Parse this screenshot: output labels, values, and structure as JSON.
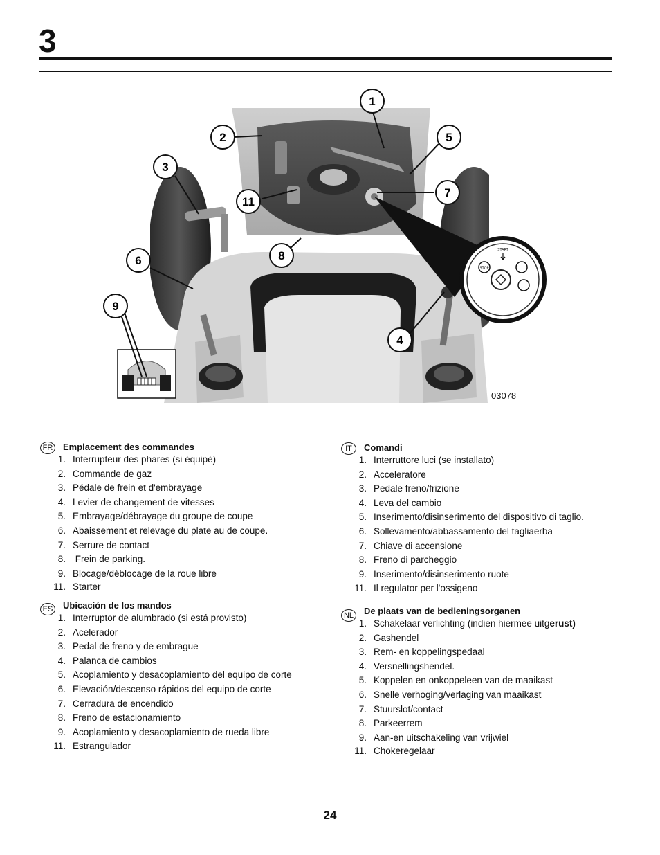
{
  "chapter": {
    "number": "3"
  },
  "figure": {
    "callouts": [
      "1",
      "2",
      "3",
      "5",
      "11",
      "7",
      "8",
      "6",
      "9",
      "4"
    ],
    "ignition_labels": [
      "STOP",
      "START"
    ],
    "reference": "03078"
  },
  "sections": {
    "fr": {
      "lang": "FR",
      "title": "Emplacement des commandes",
      "items": [
        {
          "num": "1.",
          "text": "Interrupteur des phares (si équipé)"
        },
        {
          "num": "2.",
          "text": "Commande de gaz"
        },
        {
          "num": "3.",
          "text": "Pédale de frein et d'embrayage"
        },
        {
          "num": "4.",
          "text": "Levier de changement de vitesses"
        },
        {
          "num": "5.",
          "text": "Embrayage/débrayage du groupe de coupe"
        },
        {
          "num": "6.",
          "text": "Abaissement et relevage du plate au de coupe."
        },
        {
          "num": "7.",
          "text": "Serrure de contact"
        },
        {
          "num": "8.",
          "text": " Frein de parking."
        },
        {
          "num": "9.",
          "text": "Blocage/déblocage de la roue libre"
        },
        {
          "num": "11.",
          "text": "Starter"
        }
      ]
    },
    "es": {
      "lang": "ES",
      "title": "Ubicación de los mandos",
      "items": [
        {
          "num": "1.",
          "text": "Interruptor de alumbrado (si está provisto)"
        },
        {
          "num": "2.",
          "text": "Acelerador"
        },
        {
          "num": "3.",
          "text": "Pedal de freno y de embrague"
        },
        {
          "num": "4.",
          "text": "Palanca de cambios"
        },
        {
          "num": "5.",
          "text": "Acoplamiento y desacoplamiento del equipo de corte"
        },
        {
          "num": "6.",
          "text": "Elevación/descenso rápidos del equipo de corte"
        },
        {
          "num": "7.",
          "text": "Cerradura de encendido"
        },
        {
          "num": "8.",
          "text": "Freno de estacionamiento"
        },
        {
          "num": "9.",
          "text": "Acoplamiento y desacoplamiento de rueda libre"
        },
        {
          "num": "11.",
          "text": "Estrangulador"
        }
      ]
    },
    "it": {
      "lang": "IT",
      "title": "Comandi",
      "items": [
        {
          "num": "1.",
          "text": "Interruttore luci (se installato)"
        },
        {
          "num": "2.",
          "text": "Acceleratore"
        },
        {
          "num": "3.",
          "text": "Pedale freno/frizione"
        },
        {
          "num": "4.",
          "text": "Leva del cambio"
        },
        {
          "num": "5.",
          "text": "Inserimento/disinserimento del dispositivo di taglio."
        },
        {
          "num": "6.",
          "text": "Sollevamento/abbassamento del tagliaerba"
        },
        {
          "num": "7.",
          "text": "Chiave di accensione"
        },
        {
          "num": "8.",
          "text": "Freno di parcheggio"
        },
        {
          "num": "9.",
          "text": "Inserimento/disinserimento ruote"
        },
        {
          "num": "11.",
          "text": "Il regulator per l'ossigeno"
        }
      ]
    },
    "nl": {
      "lang": "NL",
      "title": "De plaats van de bedieningsorganen",
      "items": [
        {
          "num": "1.",
          "text": "Schakelaar verlichting (indien hiermee uitg",
          "bold_tail": "erust)"
        },
        {
          "num": "2.",
          "text": "Gashendel"
        },
        {
          "num": "3.",
          "text": "Rem- en koppelingspedaal"
        },
        {
          "num": "4.",
          "text": "Versnellingshendel."
        },
        {
          "num": "5.",
          "text": "Koppelen en onkoppeleen van de maaikast"
        },
        {
          "num": "6.",
          "text": "Snelle verhoging/verlaging van maaikast"
        },
        {
          "num": "7.",
          "text": "Stuurslot/contact"
        },
        {
          "num": "8.",
          "text": "Parkeerrem"
        },
        {
          "num": "9.",
          "text": "Aan-en uitschakeling van vrijwiel"
        },
        {
          "num": "11.",
          "text": "Chokeregelaar"
        }
      ]
    }
  },
  "page_number": "24"
}
